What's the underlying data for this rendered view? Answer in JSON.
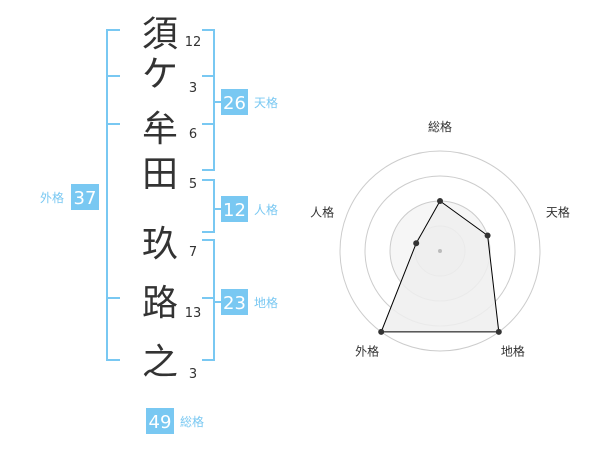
{
  "theme": {
    "accent": "#79c8f2",
    "badge_text": "#ffffff",
    "text": "#333333",
    "ring_center": "#f2f2f2",
    "ring_mid": "#f6f6f6",
    "ring_stroke": "#cccccc",
    "polygon_fill": "#eeeeee",
    "polygon_stroke": "#000000",
    "point": "#333333"
  },
  "name_chars": [
    {
      "char": "須",
      "strokes": "12"
    },
    {
      "char": "ケ",
      "strokes": "3"
    },
    {
      "char": "牟",
      "strokes": "6"
    },
    {
      "char": "田",
      "strokes": "5"
    },
    {
      "char": "玖",
      "strokes": "7"
    },
    {
      "char": "路",
      "strokes": "13"
    },
    {
      "char": "之",
      "strokes": "3"
    }
  ],
  "fortunes": {
    "tenkaku": {
      "value": "26",
      "label": "天格"
    },
    "jinkaku": {
      "value": "12",
      "label": "人格"
    },
    "chikaku": {
      "value": "23",
      "label": "地格"
    },
    "gaikaku": {
      "value": "37",
      "label": "外格"
    },
    "soukaku": {
      "value": "49",
      "label": "総格"
    }
  },
  "chart_data": {
    "type": "radar",
    "axes": [
      "総格",
      "天格",
      "地格",
      "外格",
      "人格"
    ],
    "rings": 4,
    "max": 4,
    "series": [
      {
        "values": [
          2,
          2,
          4,
          4,
          1
        ]
      }
    ]
  }
}
